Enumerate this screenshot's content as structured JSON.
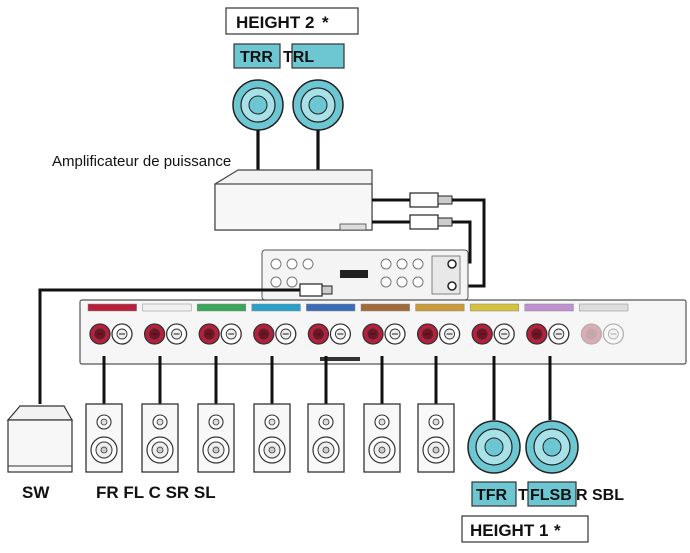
{
  "height2": {
    "title": "HEIGHT 2",
    "star": "*",
    "ch_right": "TRR",
    "ch_left": "TRL"
  },
  "height1": {
    "title": "HEIGHT 1",
    "star": "*",
    "ch_tfr": "TFR",
    "ch_tfl_t": "T",
    "ch_flsb": "FLSB",
    "ch_r_sbl": "R SBL"
  },
  "amplifier": {
    "label": "Amplificateur de puissance"
  },
  "bottom": {
    "sw": "SW",
    "front_group": "FR FL C SR SL"
  },
  "colors": {
    "tag_fill": "#6cc7d3",
    "speaker_ring": "#6cc7d3",
    "terminal_red": "#b81f3a",
    "cable": "#111111"
  },
  "receiver": {
    "zones": [
      {
        "color": "#b81f3a"
      },
      {
        "color": "#f0f0f0"
      },
      {
        "color": "#3aa65a"
      },
      {
        "color": "#2aa0c8"
      },
      {
        "color": "#3a6cb8"
      },
      {
        "color": "#a06a3a"
      },
      {
        "color": "#c89a3a"
      },
      {
        "color": "#d4c23a"
      },
      {
        "color": "#c090d0"
      },
      {
        "color": "#dddddd"
      }
    ]
  }
}
